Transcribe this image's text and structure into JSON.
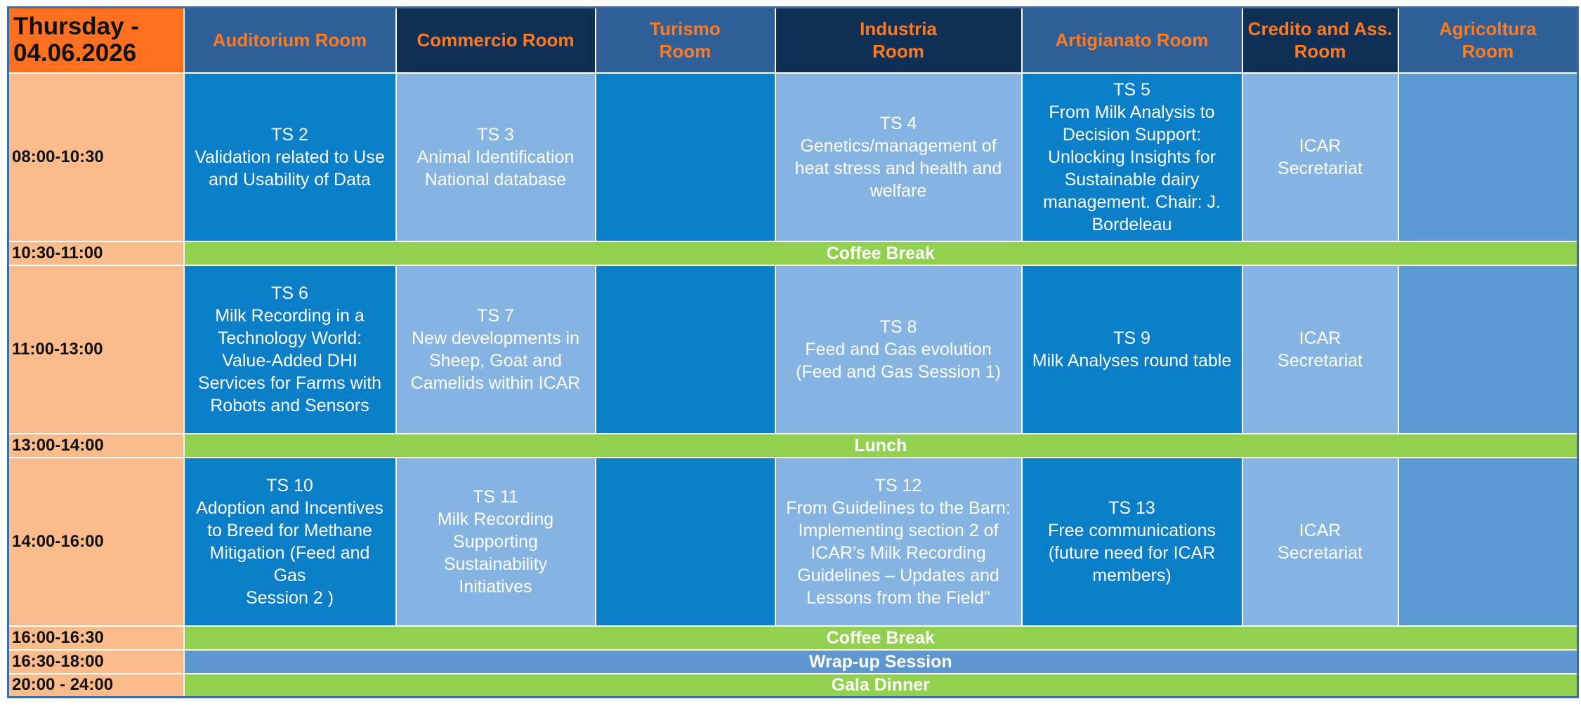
{
  "header": {
    "day_line1": "Thursday -",
    "day_line2": "04.06.2026",
    "rooms": [
      {
        "line1": "Auditorium Room",
        "line2": ""
      },
      {
        "line1": "Commercio Room",
        "line2": ""
      },
      {
        "line1": "Turismo",
        "line2": "Room"
      },
      {
        "line1": "Industria",
        "line2": "Room"
      },
      {
        "line1": "Artigianato Room",
        "line2": ""
      },
      {
        "line1": "Credito and Ass.",
        "line2": "Room"
      },
      {
        "line1": "Agricoltura",
        "line2": "Room"
      }
    ]
  },
  "slots": {
    "s1": {
      "time": "08:00-10:30",
      "auditorium": [
        "TS 2",
        "Validation related to Use",
        "and Usability of Data"
      ],
      "commercio": [
        "TS 3",
        "Animal Identification",
        "National database"
      ],
      "industria": [
        "TS 4",
        "Genetics/management of",
        "heat stress and health and",
        "welfare"
      ],
      "artigianato": [
        "TS 5",
        "From Milk Analysis to",
        "Decision Support:",
        "Unlocking Insights for",
        "Sustainable dairy",
        "management.  Chair: J.",
        "Bordeleau"
      ],
      "credito": [
        "ICAR",
        "Secretariat"
      ]
    },
    "b1": {
      "time": "10:30-11:00",
      "label": "Coffee Break"
    },
    "s2": {
      "time": "11:00-13:00",
      "auditorium": [
        "TS 6",
        "Milk Recording in a",
        "Technology World:",
        "Value-Added DHI",
        "Services for Farms with",
        "Robots and Sensors"
      ],
      "commercio": [
        "TS 7",
        "New developments in",
        "Sheep, Goat and",
        "Camelids within ICAR"
      ],
      "industria": [
        "TS 8",
        "Feed and Gas evolution",
        "(Feed and Gas Session 1)"
      ],
      "artigianato": [
        "TS 9",
        "Milk Analyses round table"
      ],
      "credito": [
        "ICAR",
        "Secretariat"
      ]
    },
    "b2": {
      "time": "13:00-14:00",
      "label": "Lunch"
    },
    "s3": {
      "time": "14:00-16:00",
      "auditorium": [
        "TS 10",
        "Adoption and Incentives",
        "to Breed for Methane",
        "Mitigation (Feed and",
        "Gas",
        "Session 2 )"
      ],
      "commercio": [
        "TS 11",
        "Milk Recording",
        "Supporting",
        "Sustainability",
        "Initiatives"
      ],
      "industria": [
        "TS 12",
        "From Guidelines to the Barn:",
        "Implementing section 2 of",
        "ICAR’s Milk Recording",
        "Guidelines – Updates and",
        "Lessons from the Field\""
      ],
      "artigianato": [
        "TS 13",
        "Free communications",
        "(future need for ICAR",
        "members)"
      ],
      "credito": [
        "ICAR",
        "Secretariat"
      ]
    },
    "b3": {
      "time": "16:00-16:30",
      "label": "Coffee Break"
    },
    "b4": {
      "time": "16:30-18:00",
      "label": "Wrap-up Session"
    },
    "b5": {
      "time": "20:00 - 24:00",
      "label": "Gala Dinner"
    }
  },
  "colors": {
    "day_header": "#FF7020",
    "room_header_text": "#FF7A1F",
    "header_mid": "#2E5F97",
    "header_dark": "#0F2F55",
    "time_column": "#FBBB8B",
    "session_dark": "#0A7FC8",
    "session_light": "#86B4E2",
    "session_mid": "#5C9AD2",
    "break_green": "#92D050",
    "break_blue": "#5E97D0"
  }
}
